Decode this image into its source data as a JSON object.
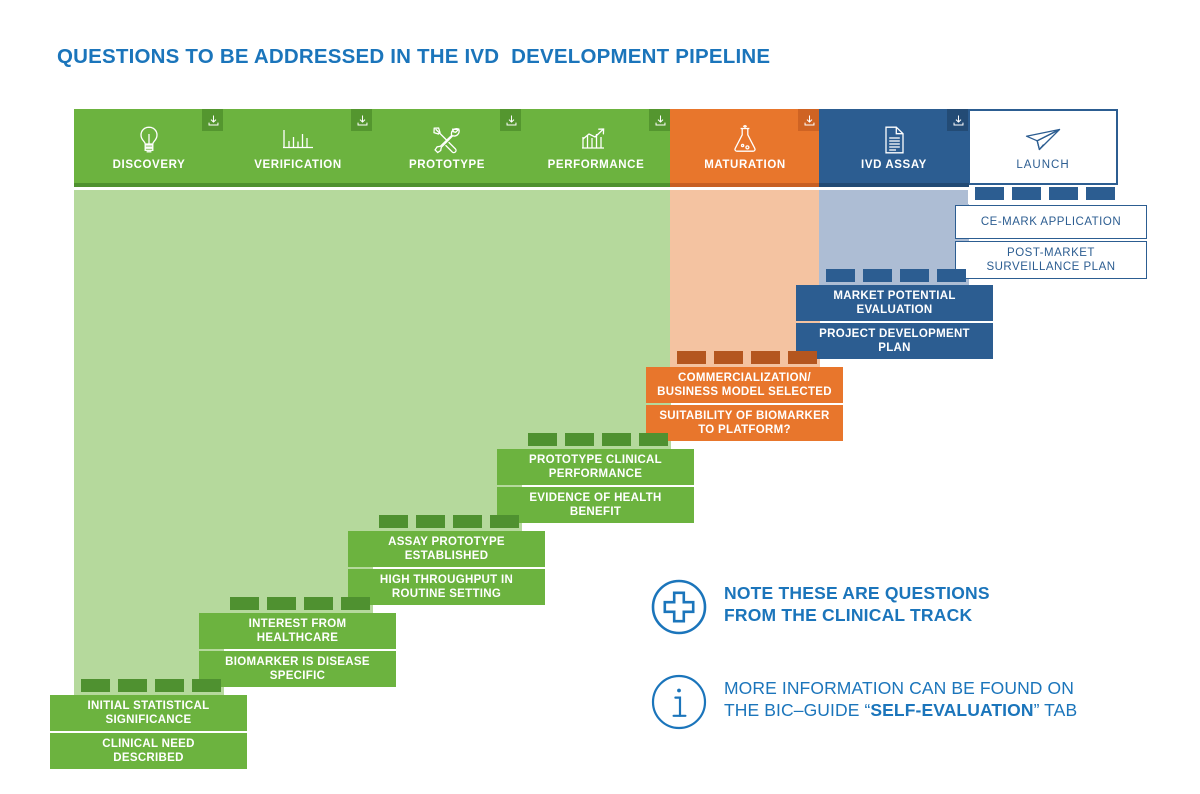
{
  "page": {
    "title": "QUESTIONS TO BE ADDRESSED IN THE IVD  DEVELOPMENT PIPELINE",
    "title_color": "#1b75bb",
    "background": "#ffffff"
  },
  "colors": {
    "green": "#6cb33f",
    "green_dark": "#4f9130",
    "green_light": "#b5d99c",
    "orange": "#e8762c",
    "orange_dark": "#b4561f",
    "orange_light": "#f4c3a1",
    "blue": "#2c5d91",
    "blue_light": "#adbdd4",
    "accent_blue": "#1b75bb",
    "white": "#ffffff"
  },
  "pipeline": {
    "stages": [
      {
        "label": "DISCOVERY",
        "icon": "lightbulb-icon",
        "theme": "green",
        "has_download": true,
        "download_icon": "download-icon"
      },
      {
        "label": "VERIFICATION",
        "icon": "bar-chart-icon",
        "theme": "green",
        "has_download": true,
        "download_icon": "download-icon"
      },
      {
        "label": "PROTOTYPE",
        "icon": "tools-icon",
        "theme": "green",
        "has_download": true,
        "download_icon": "download-icon"
      },
      {
        "label": "PERFORMANCE",
        "icon": "trend-chart-icon",
        "theme": "green",
        "has_download": true,
        "download_icon": "download-icon"
      },
      {
        "label": "MATURATION",
        "icon": "flask-icon",
        "theme": "orange",
        "has_download": true,
        "download_icon": "download-icon"
      },
      {
        "label": "IVD ASSAY",
        "icon": "document-icon",
        "theme": "blue",
        "has_download": true,
        "download_icon": "download-icon"
      },
      {
        "label": "LAUNCH",
        "icon": "paper-plane-icon",
        "theme": "white",
        "has_download": false,
        "download_icon": ""
      }
    ]
  },
  "blocks": {
    "discovery": [
      {
        "text": "INITIAL STATISTICAL\nSIGNIFICANCE",
        "theme": "green"
      },
      {
        "text": "CLINICAL NEED\nDESCRIBED",
        "theme": "green"
      }
    ],
    "verification": [
      {
        "text": "INTEREST FROM\nHEALTHCARE",
        "theme": "green"
      },
      {
        "text": "BIOMARKER IS DISEASE\nSPECIFIC",
        "theme": "green"
      }
    ],
    "prototype": [
      {
        "text": "ASSAY PROTOTYPE\nESTABLISHED",
        "theme": "green"
      },
      {
        "text": "HIGH THROUGHPUT IN\nROUTINE SETTING",
        "theme": "green"
      }
    ],
    "performance": [
      {
        "text": "PROTOTYPE CLINICAL\nPERFORMANCE",
        "theme": "green"
      },
      {
        "text": "EVIDENCE OF HEALTH\nBENEFIT",
        "theme": "green"
      }
    ],
    "maturation": [
      {
        "text": "COMMERCIALIZATION/\nBUSINESS MODEL SELECTED",
        "theme": "orange"
      },
      {
        "text": "SUITABILITY OF BIOMARKER\nTO PLATFORM?",
        "theme": "orange"
      }
    ],
    "ivd_assay": [
      {
        "text": "MARKET POTENTIAL\nEVALUATION",
        "theme": "blue"
      },
      {
        "text": "PROJECT DEVELOPMENT\nPLAN",
        "theme": "blue"
      }
    ],
    "launch": [
      {
        "text": "CE-MARK APPLICATION",
        "theme": "white"
      },
      {
        "text": "POST-MARKET\nSURVEILLANCE PLAN",
        "theme": "white"
      }
    ]
  },
  "legend": [
    {
      "icon": "cross-circle-icon",
      "line1": "NOTE THESE ARE QUESTIONS",
      "line2": "FROM THE CLINICAL TRACK"
    },
    {
      "icon": "info-circle-icon",
      "line1": "MORE INFORMATION CAN BE FOUND ON",
      "line2_pre": "THE BIC–GUIDE “",
      "line2_em": "SELF-EVALUATION",
      "line2_post": "” TAB"
    }
  ]
}
